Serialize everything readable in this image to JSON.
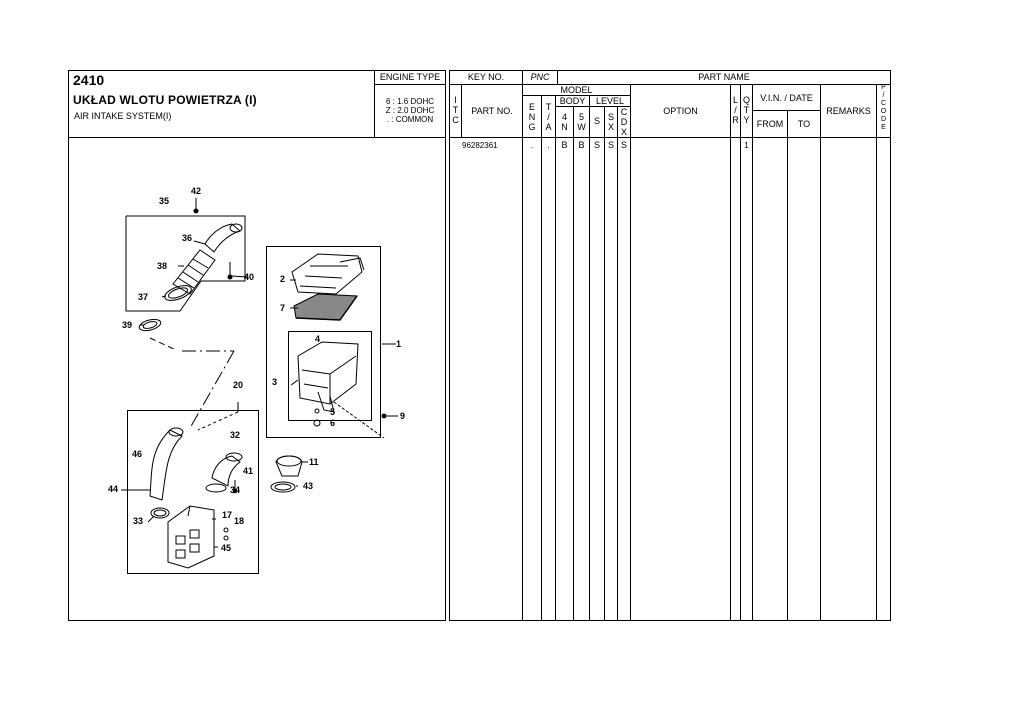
{
  "header": {
    "code": "2410",
    "title_pl": "UKŁAD WLOTU POWIETRZA (I)",
    "title_en": "AIR INTAKE SYSTEM(I)",
    "engine_type_label": "ENGINE TYPE",
    "engine_types": [
      "6 : 1.6 DOHC",
      "Z : 2.0 DOHC",
      ". : COMMON"
    ]
  },
  "table_header": {
    "key_no": "KEY NO.",
    "pnc": "PNC",
    "part_name": "PART NAME",
    "itc": [
      "I",
      "T",
      "C"
    ],
    "part_no": "PART NO.",
    "model": "MODEL",
    "eng": [
      "E",
      "N",
      "G"
    ],
    "ta": [
      "T",
      "/",
      "A"
    ],
    "body": "BODY",
    "level": "LEVEL",
    "body_4n": [
      "4",
      "N"
    ],
    "body_5w": [
      "5",
      "W"
    ],
    "level_s": "S",
    "level_sx": [
      "S",
      "X"
    ],
    "level_cdx": [
      "C",
      "D",
      "X"
    ],
    "option": "OPTION",
    "lr": [
      "L",
      "/",
      "R"
    ],
    "qty": [
      "Q",
      "T",
      "Y"
    ],
    "vin_date": "V.I.N. / DATE",
    "from": "FROM",
    "to": "TO",
    "remarks": "REMARKS",
    "pcode": [
      "P",
      "/",
      "C",
      "O",
      "D",
      "E"
    ]
  },
  "rows": [
    {
      "part_no": "96282361",
      "eng": ".",
      "ta": ".",
      "body_4n": "B",
      "body_5w": "B",
      "level_s": "S",
      "level_sx": "S",
      "level_cdx": "S",
      "qty": "1"
    }
  ],
  "diagram": {
    "callouts": [
      "42",
      "35",
      "36",
      "38",
      "40",
      "37",
      "39",
      "2",
      "7",
      "1",
      "4",
      "3",
      "5",
      "6",
      "9",
      "20",
      "32",
      "46",
      "11",
      "41",
      "44",
      "34",
      "43",
      "33",
      "17",
      "18",
      "45"
    ]
  }
}
